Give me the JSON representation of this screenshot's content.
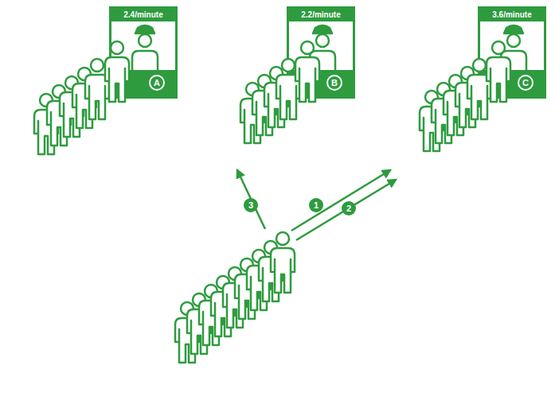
{
  "diagram": {
    "nodes": [
      {
        "text": [
          "2.4/minute",
          "A"
        ]
      },
      {
        "text": [
          "2.2/minute",
          "B"
        ]
      },
      {
        "text": [
          "3.6/minute",
          "C"
        ]
      }
    ],
    "labels": [
      "3",
      "1",
      "2"
    ]
  }
}
